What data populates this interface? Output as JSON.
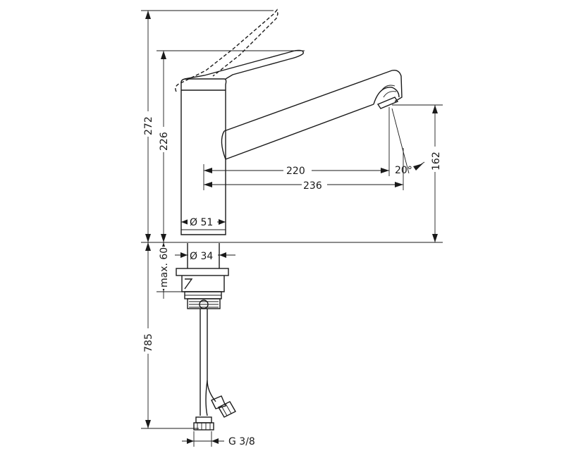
{
  "dimensions": {
    "total_height": "272",
    "lever_height": "226",
    "spout_reach_220": "220",
    "spout_reach_236": "236",
    "spout_height": "162",
    "angle": "20°",
    "body_diameter": "Ø 51",
    "shank_diameter": "Ø 34",
    "max_deck": "max. 60",
    "hose_length": "785",
    "thread": "G 3/8"
  }
}
